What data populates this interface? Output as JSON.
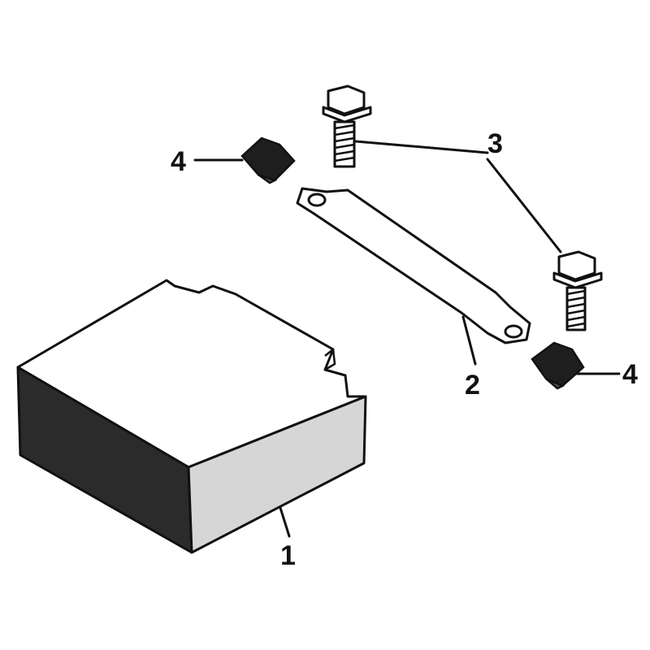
{
  "callouts": {
    "battery": "1",
    "strap": "2",
    "bolts": "3",
    "nut_left": "4",
    "nut_right": "4"
  },
  "colors": {
    "line": "#111111",
    "battery_front": "#2b2b2b",
    "battery_side": "#d6d6d6",
    "battery_top": "#ffffff",
    "nut": "#1e1e1e"
  }
}
